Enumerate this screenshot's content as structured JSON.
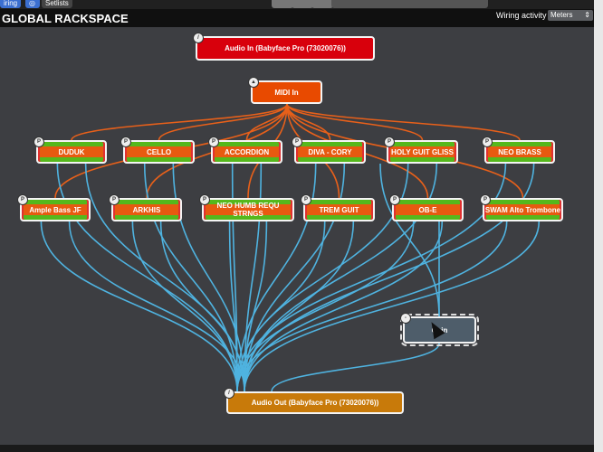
{
  "topbar": {
    "wiring_tab": "iring",
    "setlists_tab": "Setlists"
  },
  "header": {
    "title": "GLOBAL RACKSPACE",
    "wiring_activity_label": "Wiring activity",
    "wiring_activity_value": "Meters"
  },
  "nodes": {
    "audio_in": "Audio In (Babyface Pro (73020076))",
    "midi_in": "MIDI In",
    "plugins_row1": [
      "DUDUK",
      "CELLO",
      "ACCORDION",
      "DIVA - CORY",
      "HOLY GUIT GLISS",
      "NEO BRASS"
    ],
    "plugins_row2": [
      "Ample Bass JF",
      "ARKHIS",
      "NEO HUMB REQU STRNGS",
      "TREM GUIT",
      "OB-E",
      "SWAM Alto Trombone"
    ],
    "gain": "Gain",
    "audio_out": "Audio Out (Babyface Pro (73020076))"
  },
  "colors": {
    "audio_in": "#d8000c",
    "midi_in": "#e84a00",
    "audio_out": "#c87a0a",
    "gain": "#4e5d6a",
    "midi_wire": "#e8601a",
    "audio_wire": "#4fb3e0"
  }
}
